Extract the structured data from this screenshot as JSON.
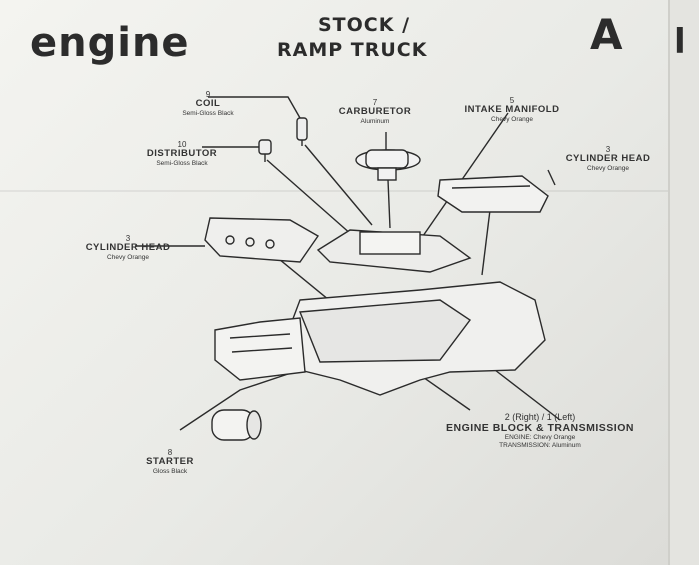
{
  "header": {
    "title": "engine",
    "subtitle_line1": "STOCK /",
    "subtitle_line2": "RAMP TRUCK",
    "page_letter": "A"
  },
  "parts": [
    {
      "id": "coil",
      "number": "9",
      "name": "COIL",
      "finish": "Semi-Gloss Black"
    },
    {
      "id": "distributor",
      "number": "10",
      "name": "DISTRIBUTOR",
      "finish": "Semi-Gloss Black"
    },
    {
      "id": "carburetor",
      "number": "7",
      "name": "CARBURETOR",
      "finish": "Aluminum"
    },
    {
      "id": "intake-manifold",
      "number": "5",
      "name": "INTAKE MANIFOLD",
      "finish": "Chevy Orange"
    },
    {
      "id": "cylinder-head-right",
      "number": "3",
      "name": "CYLINDER HEAD",
      "finish": "Chevy Orange"
    },
    {
      "id": "cylinder-head-left",
      "number": "3",
      "name": "CYLINDER HEAD",
      "finish": "Chevy Orange"
    },
    {
      "id": "engine-block",
      "number": "2 (Right) / 1 (Left)",
      "name": "ENGINE BLOCK & TRANSMISSION",
      "finish_line1": "ENGINE: Chevy Orange",
      "finish_line2": "TRANSMISSION: Aluminum"
    },
    {
      "id": "starter",
      "number": "8",
      "name": "STARTER",
      "finish": "Gloss Black"
    }
  ]
}
